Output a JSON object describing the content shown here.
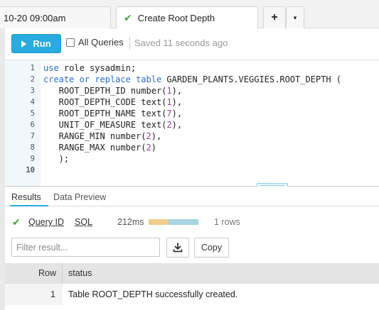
{
  "tabs": {
    "prev_label": "10-20 09:00am",
    "active_label": "Create Root Depth",
    "plus_label": "+",
    "dropdown_label": "▾"
  },
  "toolbar": {
    "run_label": "Run",
    "all_queries_label": "All Queries",
    "saved_status": "Saved 11 seconds ago"
  },
  "editor": {
    "line_numbers": [
      "1",
      "2",
      "3",
      "4",
      "5",
      "6",
      "7",
      "8",
      "9",
      "10"
    ],
    "line1_kw": "use",
    "line1_rest": " role sysadmin;",
    "line2_kw": "create or replace table",
    "line2_rest": " GARDEN_PLANTS.VEGGIES.ROOT_DEPTH (",
    "col1_name": "   ROOT_DEPTH_ID number(",
    "col1_num": "1",
    "col1_end": "),",
    "col2_name": "   ROOT_DEPTH_CODE text(",
    "col2_num": "1",
    "col2_end": "),",
    "col3_name": "   ROOT_DEPTH_NAME text(",
    "col3_num": "7",
    "col3_end": "),",
    "col4_name": "   UNIT_OF_MEASURE text(",
    "col4_num": "2",
    "col4_end": "),",
    "col5_name": "   RANGE_MIN number(",
    "col5_num": "2",
    "col5_end": "),",
    "col6_name": "   RANGE_MAX number(",
    "col6_num": "2",
    "col6_end": ")",
    "line9": "   );"
  },
  "results_tabs": {
    "results_label": "Results",
    "preview_label": "Data Preview"
  },
  "query_info": {
    "query_id_label": "Query ID",
    "sql_label": "SQL",
    "duration": "212ms",
    "duration_bar_fraction": 0.4,
    "rows_label": "1 rows"
  },
  "filter": {
    "placeholder": "Filter result...",
    "copy_label": "Copy"
  },
  "table": {
    "headers": {
      "row": "Row",
      "status": "status"
    },
    "rows": [
      {
        "num": "1",
        "status": "Table ROOT_DEPTH successfully created."
      }
    ]
  },
  "colors": {
    "accent": "#29abe0",
    "success": "#3fa535",
    "keyword": "#2b6cd9",
    "number": "#a33aa3"
  }
}
